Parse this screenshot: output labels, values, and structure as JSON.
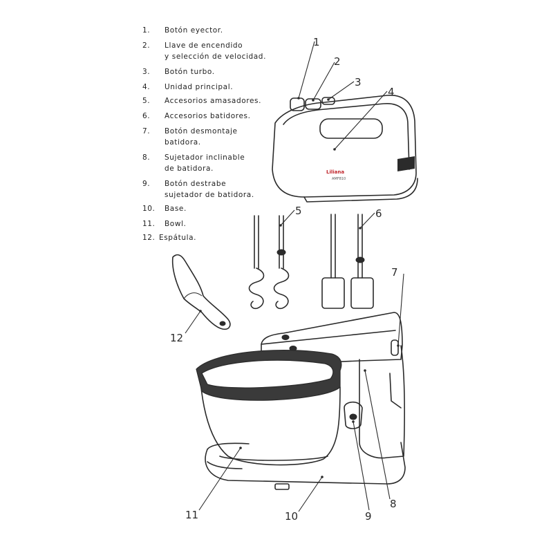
{
  "legend": [
    {
      "num": "1.",
      "lines": [
        "Botón eyector."
      ]
    },
    {
      "num": "2.",
      "lines": [
        "Llave de encendido",
        "y selección de velocidad."
      ]
    },
    {
      "num": "3.",
      "lines": [
        "Botón turbo."
      ]
    },
    {
      "num": "4.",
      "lines": [
        "Unidad principal."
      ]
    },
    {
      "num": "5.",
      "lines": [
        "Accesorios amasadores."
      ]
    },
    {
      "num": "6.",
      "lines": [
        "Accesorios batidores."
      ]
    },
    {
      "num": "7.",
      "lines": [
        "Botón desmontaje",
        "batidora."
      ]
    },
    {
      "num": "8.",
      "lines": [
        "Sujetador inclinable",
        "de batidora."
      ]
    },
    {
      "num": "9.",
      "lines": [
        "Botón destrabe",
        "sujetador de batidora."
      ]
    },
    {
      "num": "10.",
      "lines": [
        "Base."
      ]
    },
    {
      "num": "11.",
      "lines": [
        "Bowl."
      ]
    },
    {
      "num": "12.",
      "lines": [
        "Espátula."
      ]
    }
  ],
  "callouts": [
    "1",
    "2",
    "3",
    "4",
    "5",
    "6",
    "7",
    "8",
    "9",
    "10",
    "11",
    "12"
  ],
  "brand": {
    "name": "Liliana",
    "model": "AMF810"
  },
  "colors": {
    "ink": "#2a2a2a",
    "brand": "#c0272d",
    "background": "#ffffff"
  }
}
